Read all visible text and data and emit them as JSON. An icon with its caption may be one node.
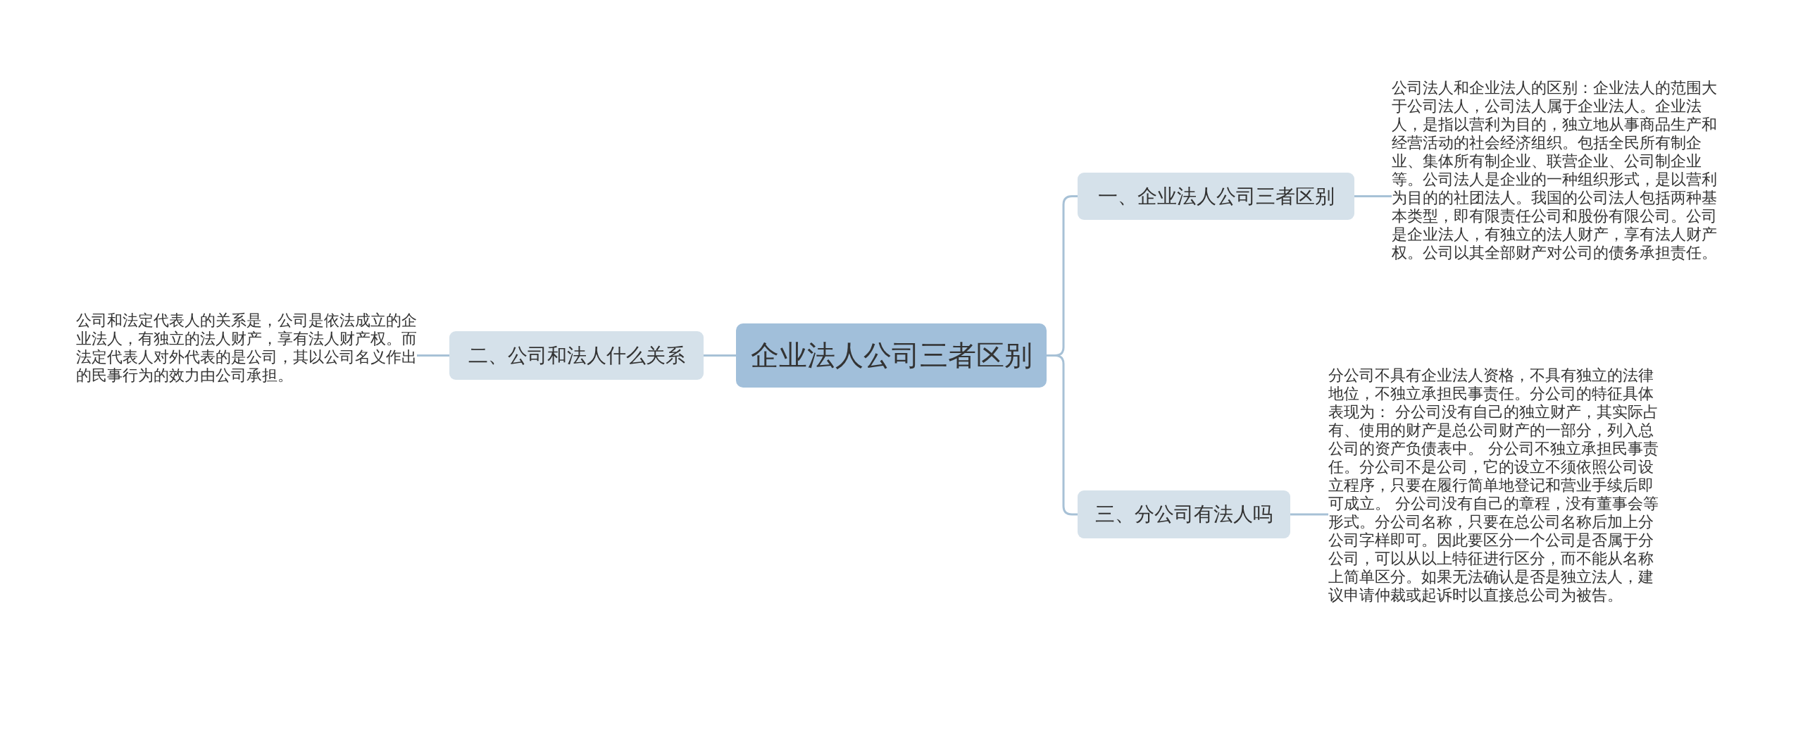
{
  "diagram": {
    "nodes": [
      {
        "text": [
          "企业法人公司三者区别"
        ]
      },
      {
        "text": [
          "一、企业法人公司三者区别"
        ]
      },
      {
        "text": [
          "公司法人和企业法人的区别：企业法人的范围大于公司法人，公司法人属于企业法人。企业法人，是指以营利为目的，独立地从事商品生产和经营活动的社会经济组织。包括全民所有制企业、集体所有制企业、联营企业、公司制企业等。公司法人是企业的一种组织形式，是以营利为目的的社团法人。我国的公司法人包括两种基本类型，即有限责任公司和股份有限公司。公司是企业法人，有独立的法人财产，享有法人财产权。公司以其全部财产对公司的债务承担责任。"
        ]
      },
      {
        "text": [
          "三、分公司有法人吗"
        ]
      },
      {
        "text": [
          "分公司不具有企业法人资格，不具有独立的法律地位，不独立承担民事责任。分公司的特征具体表现为： 分公司没有自己的独立财产，其实际占有、使用的财产是总公司财产的一部分，列入总公司的资产负债表中。 分公司不独立承担民事责任。分公司不是公司，它的设立不须依照公司设立程序，只要在履行简单地登记和营业手续后即可成立。 分公司没有自己的章程，没有董事会等形式。分公司名称，只要在总公司名称后加上分公司字样即可。因此要区分一个公司是否属于分公司，可以从以上特征进行区分，而不能从名称上简单区分。如果无法确认是否是独立法人，建议申请仲裁或起诉时以直接总公司为被告。"
        ]
      },
      {
        "text": [
          "二、公司和法人什么关系"
        ]
      },
      {
        "text": [
          "公司和法定代表人的关系是，公司是依法成立的企业法人，有独立的法人财产，享有法人财产权。而法定代表人对外代表的是公司，其以公司名义作出的民事行为的效力由公司承担。"
        ]
      }
    ],
    "edges": [
      {
        "from": 0,
        "to": 1,
        "arrow": "none"
      },
      {
        "from": 1,
        "to": 2,
        "arrow": "none"
      },
      {
        "from": 0,
        "to": 3,
        "arrow": "none"
      },
      {
        "from": 3,
        "to": 4,
        "arrow": "none"
      },
      {
        "from": 0,
        "to": 5,
        "arrow": "none"
      },
      {
        "from": 5,
        "to": 6,
        "arrow": "none"
      }
    ]
  }
}
